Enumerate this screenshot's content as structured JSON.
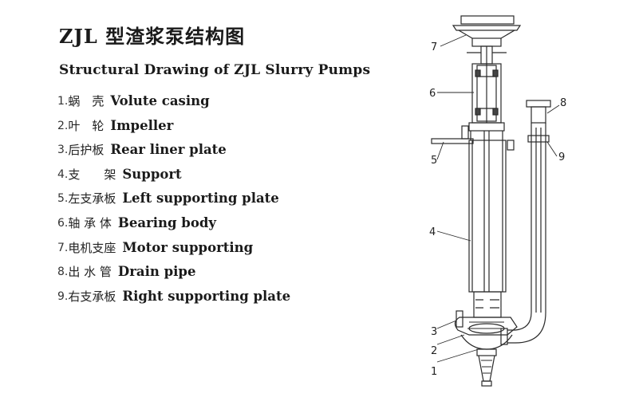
{
  "title": "ZJL 型渣浆泵结构图",
  "subtitle": "Structural Drawing of ZJL Slurry Pumps",
  "parts": [
    {
      "num": "1.",
      "cn": "蜗　壳",
      "en": "Volute casing"
    },
    {
      "num": "2.",
      "cn": "叶　轮",
      "en": "Impeller"
    },
    {
      "num": "3.",
      "cn": "后护板",
      "en": "Rear liner plate"
    },
    {
      "num": "4.",
      "cn": "支　　架",
      "en": "Support"
    },
    {
      "num": "5.",
      "cn": "左支承板",
      "en": "Left supporting plate"
    },
    {
      "num": "6.",
      "cn": "轴 承 体",
      "en": "Bearing body"
    },
    {
      "num": "7.",
      "cn": "电机支座",
      "en": "Motor supporting"
    },
    {
      "num": "8.",
      "cn": "出 水 管",
      "en": "Drain pipe"
    },
    {
      "num": "9.",
      "cn": "右支承板",
      "en": "Right supporting plate"
    }
  ],
  "callouts": [
    "1",
    "2",
    "3",
    "4",
    "5",
    "6",
    "7",
    "8",
    "9"
  ]
}
